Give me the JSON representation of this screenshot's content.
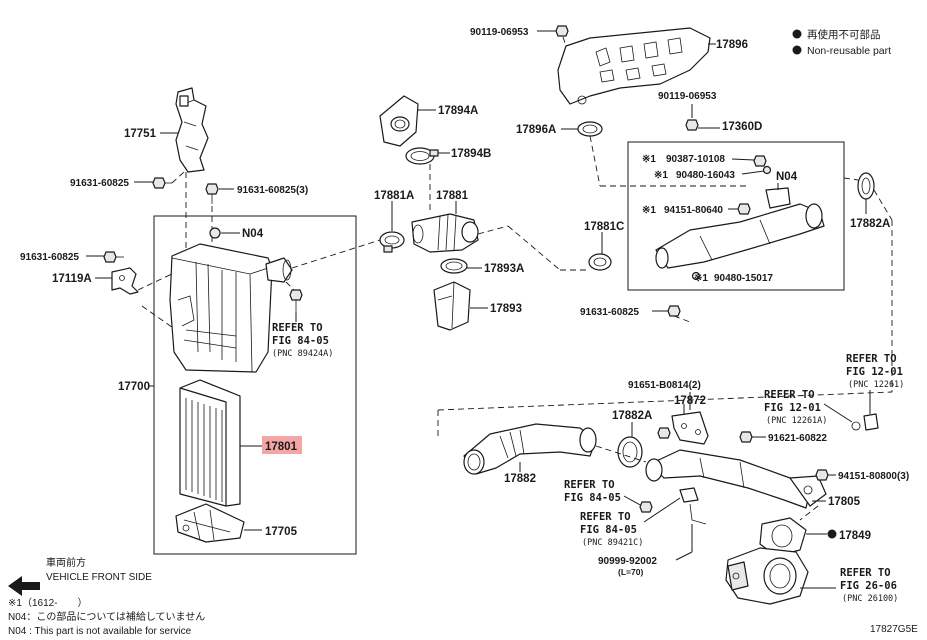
{
  "legend": {
    "dot_jp": "再使用不可部品",
    "dot_en": "Non-reusable part"
  },
  "labels": {
    "p90119_06953_top": "90119-06953",
    "p17896": "17896",
    "p90119_06953_mid": "90119-06953",
    "p17360D": "17360D",
    "p17894A": "17894A",
    "p17894B": "17894B",
    "p17896A": "17896A",
    "p17751": "17751",
    "p91631_60825_a": "91631-60825",
    "p91631_60825_3": "91631-60825(3)",
    "p17881A": "17881A",
    "p17881": "17881",
    "pN04_a": "N04",
    "p91631_60825_b": "91631-60825",
    "p17119A": "17119A",
    "p17893A": "17893A",
    "p17893": "17893",
    "p17700": "17700",
    "p17801": "17801",
    "p17705": "17705",
    "p90387": "90387-10108",
    "p90480_16043": "90480-16043",
    "pN04_b": "N04",
    "p94151_80640": "94151-80640",
    "p17881C": "17881C",
    "p17882A_top": "17882A",
    "p90480_15017": "90480-15017",
    "p91631_60825_c": "91631-60825",
    "p91651": "91651-B0814(2)",
    "p17882A_mid": "17882A",
    "p17872": "17872",
    "p91621": "91621-60822",
    "p94151_80800": "94151-80800(3)",
    "p17882": "17882",
    "p17805": "17805",
    "p17849": "17849",
    "p90999": "90999-92002",
    "p90999_len": "(L=70)",
    "mark1": "※1"
  },
  "refs": {
    "r84_05_a": {
      "line1": "REFER TO",
      "line2": "FIG 84-05",
      "pnc": "(PNC 89424A)"
    },
    "r12_01_a": {
      "line1": "REFER TO",
      "line2": "FIG 12-01",
      "pnc": "(PNC 12261)"
    },
    "r12_01_b": {
      "line1": "REFER TO",
      "line2": "FIG 12-01",
      "pnc": "(PNC 12261A)"
    },
    "r84_05_b": {
      "line1": "REFER TO",
      "line2": "FIG 84-05"
    },
    "r84_05_c": {
      "line1": "REFER TO",
      "line2": "FIG 84-05",
      "pnc": "(PNC 89421C)"
    },
    "r26_06": {
      "line1": "REFER TO",
      "line2": "FIG 26-06",
      "pnc": "(PNC 26100)"
    }
  },
  "front": {
    "jp": "車両前方",
    "en": "VEHICLE FRONT SIDE"
  },
  "footnotes": {
    "note1": "※1（1612-　　）",
    "note2": "N04：この部品については補給していません",
    "note3": "N04 : This part is not available for service"
  },
  "figure_id": "17827G5E",
  "colors": {
    "highlight": "#f4a6a6",
    "ink": "#1a1a1a"
  }
}
